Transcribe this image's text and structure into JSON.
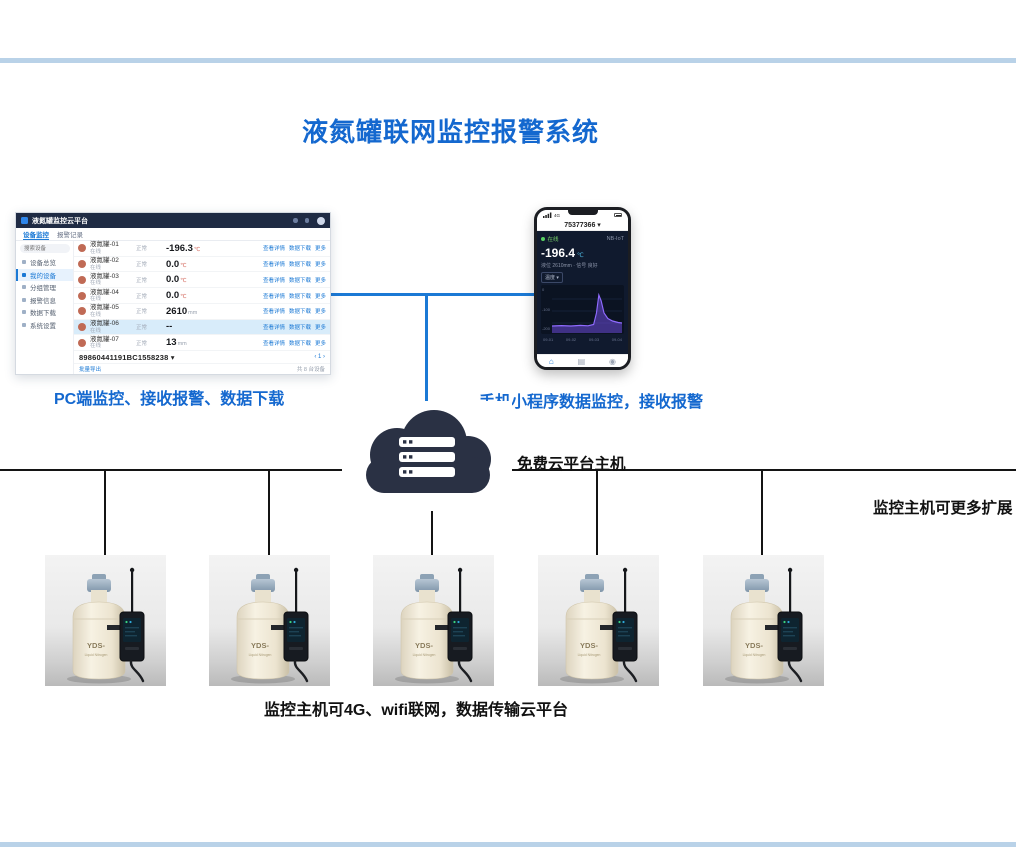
{
  "page": {
    "title": "液氮罐联网监控报警系统",
    "pc_caption": "PC端监控、接收报警、数据下载",
    "phone_caption": "手机小程序数据监控，接收报警",
    "cloud_label": "免费云平台主机",
    "expand_note": "监控主机可更多扩展",
    "bottom_caption": "监控主机可4G、wifi联网，数据传输云平台"
  },
  "colors": {
    "accent_blue": "#1468cf",
    "connector_blue": "#1b79d5",
    "cloud_navy": "#2a3144",
    "divider_blue": "#b9d2e8"
  },
  "pc": {
    "brand": "液氮罐监控云平台",
    "tabs": {
      "devices": "设备监控",
      "alarms": "报警记录"
    },
    "search_placeholder": "搜索设备",
    "menu": [
      "设备总览",
      "我的设备",
      "分组管理",
      "报警信息",
      "数据下载",
      "系统设置"
    ],
    "rows": [
      {
        "name": "液氮罐-01",
        "sub": "在线",
        "status": "正常",
        "value": "-196.3",
        "unit": "℃"
      },
      {
        "name": "液氮罐-02",
        "sub": "在线",
        "status": "正常",
        "value": "0.0",
        "unit": "℃"
      },
      {
        "name": "液氮罐-03",
        "sub": "在线",
        "status": "正常",
        "value": "0.0",
        "unit": "℃"
      },
      {
        "name": "液氮罐-04",
        "sub": "在线",
        "status": "正常",
        "value": "0.0",
        "unit": "℃"
      },
      {
        "name": "液氮罐-05",
        "sub": "在线",
        "status": "正常",
        "value": "2610",
        "unit": "mm"
      },
      {
        "name": "液氮罐-06",
        "sub": "在线",
        "status": "正常",
        "value": "--",
        "unit": ""
      },
      {
        "name": "液氮罐-07",
        "sub": "在线",
        "status": "正常",
        "value": "13",
        "unit": "mm"
      }
    ],
    "links": {
      "detail": "查看详情",
      "download": "数据下载",
      "more": "更多"
    },
    "serial": "89860441191BC1558238 ▾",
    "pager": "‹ 1 ›",
    "footer_left": "批量导出",
    "footer_right": "共 8 台设备"
  },
  "phone": {
    "signal": "4G",
    "device_id": "75377366 ▾",
    "online": "在线",
    "network": "NB-IoT",
    "temp_value": "-196.4",
    "temp_unit": "℃",
    "stats": "液位 2610mm · 信号 良好",
    "selector": "温度 ▾",
    "y_ticks": [
      "0",
      "-100",
      "-200"
    ],
    "x_ticks": [
      "09-01",
      "09-02",
      "09-03",
      "09-04"
    ]
  },
  "tank": {
    "label": "YDS-",
    "sublabel": "Liquid Nitrogen"
  }
}
